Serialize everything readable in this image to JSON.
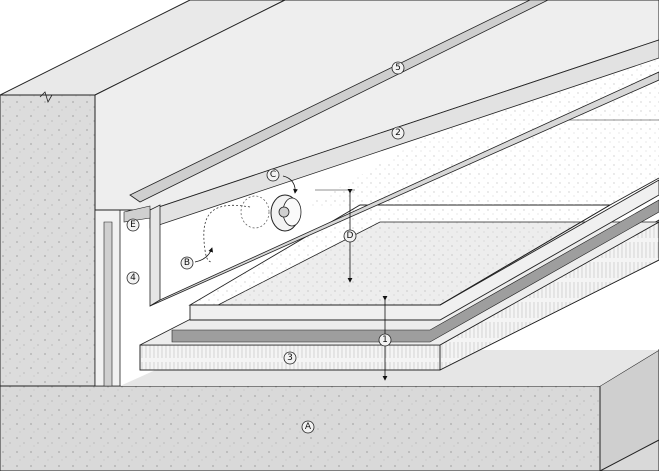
{
  "labels": {
    "one": "1",
    "two": "2",
    "three": "3",
    "four": "4",
    "five": "5",
    "A": "A",
    "B": "B",
    "C": "C",
    "D": "D",
    "E": "E"
  },
  "colors": {
    "concrete": "#d6d6d6",
    "wall_face": "#e3e3e3",
    "wall_top": "#ececec",
    "slab": "#f4f4f4",
    "insulation": "#f7f7f7",
    "line": "#222222"
  }
}
